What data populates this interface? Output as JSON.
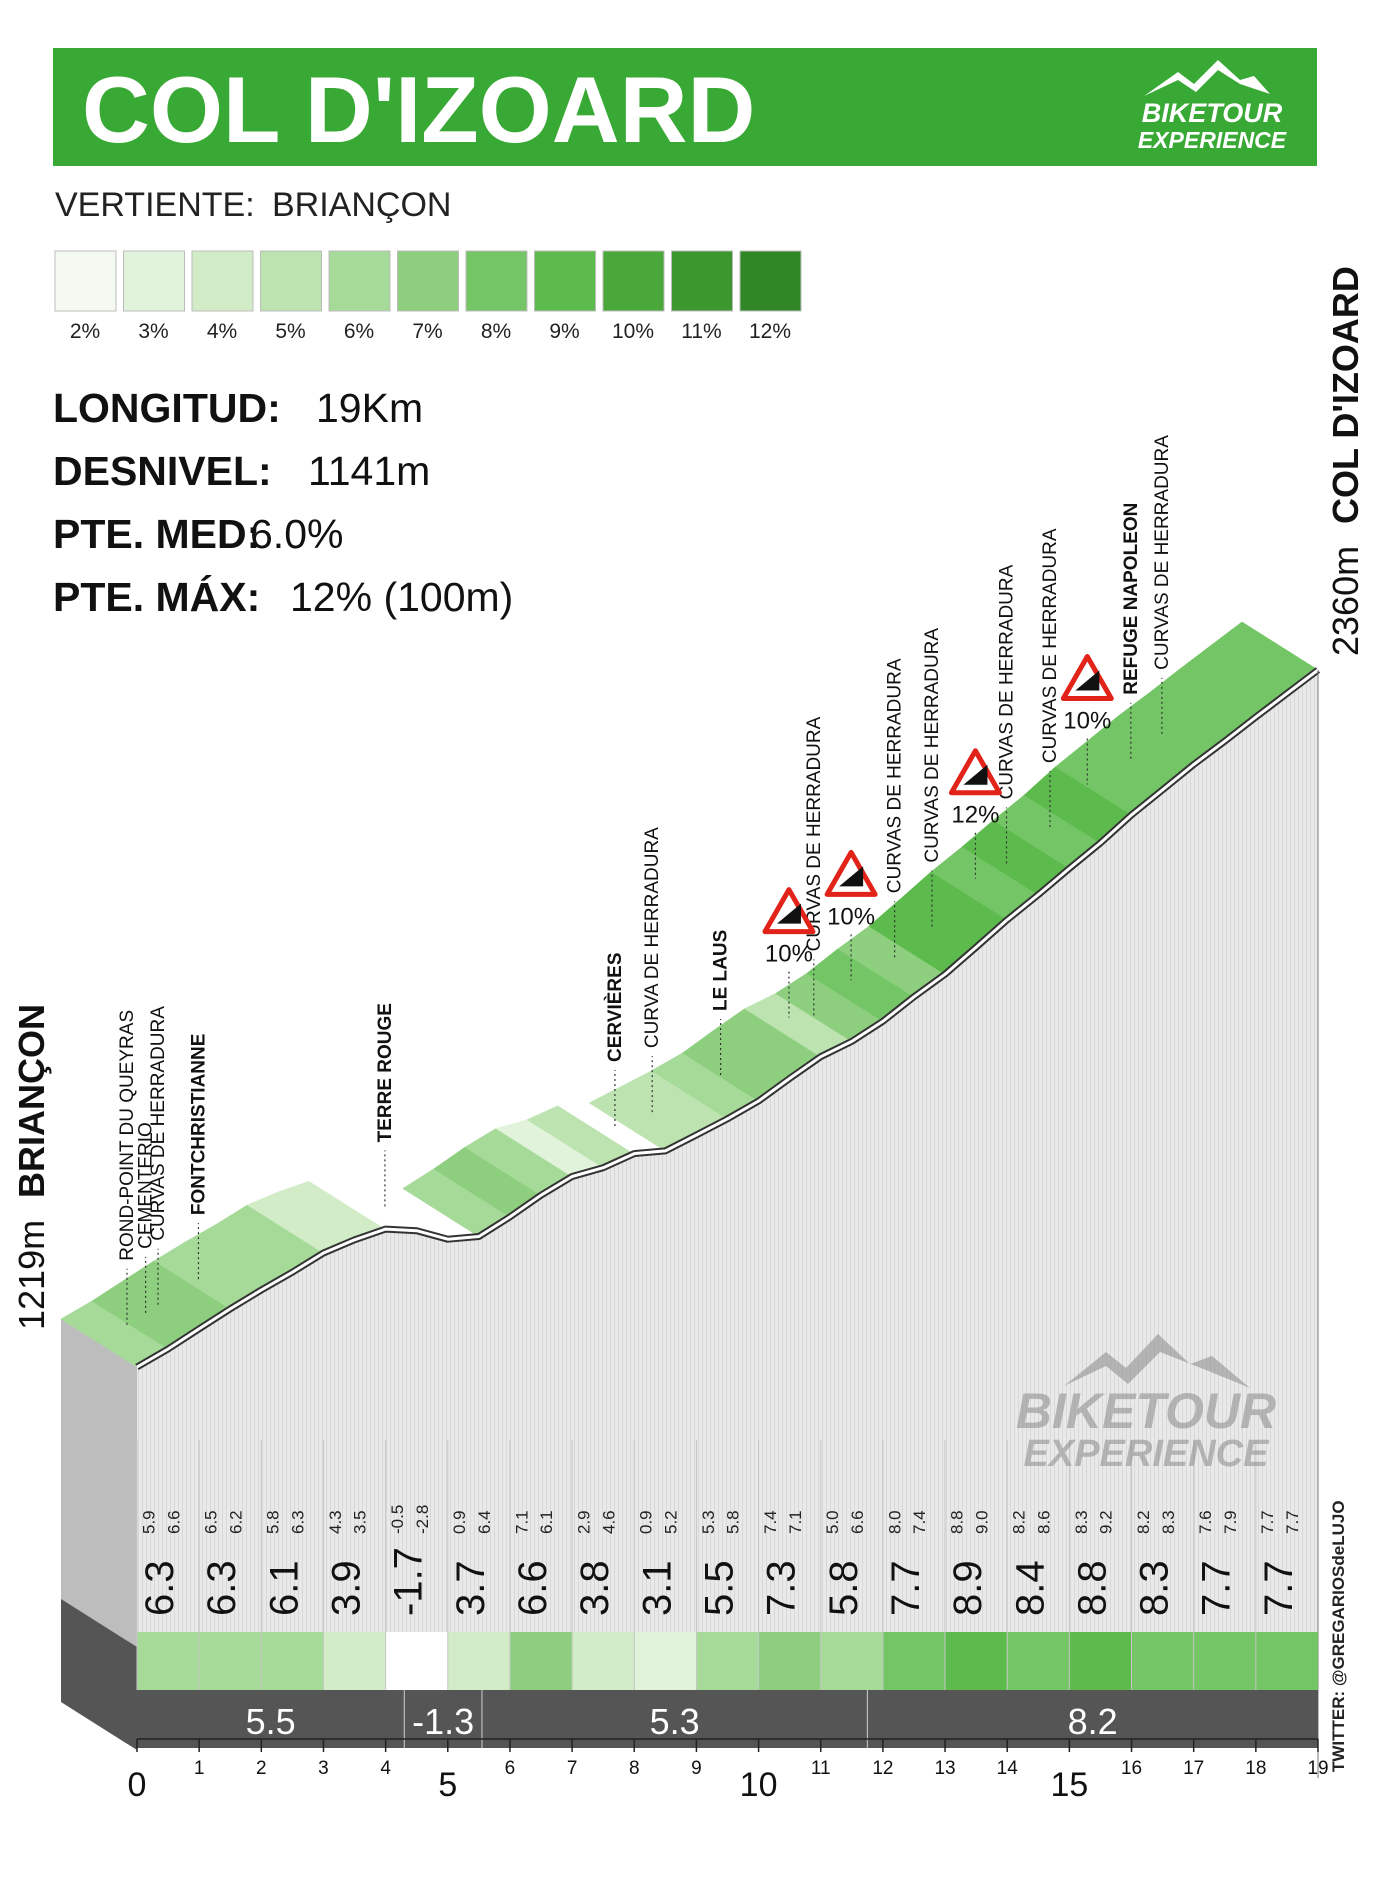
{
  "header": {
    "title": "COL D'IZOARD",
    "logo_line1": "BIKETOUR",
    "logo_line2": "EXPERIENCE"
  },
  "vertiente": {
    "label": "VERTIENTE:",
    "value": "BRIANÇON"
  },
  "legend": {
    "colors": [
      "#f4faf1",
      "#e2f3db",
      "#d1ecc6",
      "#bde4b0",
      "#a6da98",
      "#8dcf7f",
      "#74c566",
      "#5dba4c",
      "#4aa83a",
      "#3c972e",
      "#2f8726"
    ],
    "labels": [
      "2%",
      "3%",
      "4%",
      "5%",
      "6%",
      "7%",
      "8%",
      "9%",
      "10%",
      "11%",
      "12%"
    ]
  },
  "stats": [
    {
      "label": "LONGITUD:",
      "value": "19Km"
    },
    {
      "label": "DESNIVEL:",
      "value": "1141m"
    },
    {
      "label": "PTE. MED:",
      "value": "6.0%"
    },
    {
      "label": "PTE. MÁX:",
      "value": "12% (100m)"
    }
  ],
  "start": {
    "elevation": "1219m",
    "name": "BRIANÇON"
  },
  "finish": {
    "elevation": "2360m",
    "name": "COL D'IZOARD"
  },
  "waypoints": [
    {
      "km": 0.45,
      "name": "ROND-POINT DU QUEYRAS",
      "bold": false
    },
    {
      "km": 0.75,
      "name": "CEMENTERIO",
      "bold": false
    },
    {
      "km": 0.95,
      "name": "CURVAS DE HERRADURA",
      "bold": false
    },
    {
      "km": 1.6,
      "name": "FONTCHRISTIANNE",
      "bold": true
    },
    {
      "km": 4.6,
      "name": "TERRE ROUGE",
      "bold": true
    },
    {
      "km": 8.3,
      "name": "CERVIÈRES",
      "bold": true
    },
    {
      "km": 8.9,
      "name": "CURVA DE HERRADURA",
      "bold": false
    },
    {
      "km": 10.0,
      "name": "LE LAUS",
      "bold": true
    },
    {
      "km": 11.5,
      "name": "CURVAS DE HERRADURA",
      "bold": false
    },
    {
      "km": 12.8,
      "name": "CURVAS DE HERRADURA",
      "bold": false
    },
    {
      "km": 13.4,
      "name": "CURVAS DE HERRADURA",
      "bold": false
    },
    {
      "km": 14.6,
      "name": "CURVAS DE HERRADURA",
      "bold": false
    },
    {
      "km": 15.3,
      "name": "CURVAS DE HERRADURA",
      "bold": false
    },
    {
      "km": 16.6,
      "name": "REFUGE NAPOLEON",
      "bold": true
    },
    {
      "km": 17.1,
      "name": "CURVAS DE HERRADURA",
      "bold": false
    }
  ],
  "warnings": [
    {
      "km": 11.1,
      "value": "10%"
    },
    {
      "km": 12.1,
      "value": "10%"
    },
    {
      "km": 14.1,
      "value": "12%"
    },
    {
      "km": 15.9,
      "value": "10%"
    }
  ],
  "watermark": {
    "line1": "BIKETOUR",
    "line2": "EXPERIENCE"
  },
  "credit": "TWITTER: @GREGARIOSdeLUJO",
  "chart_data": {
    "type": "area",
    "xlabel": "",
    "ylabel": "",
    "xlim": [
      0,
      19
    ],
    "elevation_range_m": [
      1219,
      2360
    ],
    "km_ticks": [
      "0",
      "1",
      "2",
      "3",
      "4",
      "5",
      "6",
      "7",
      "8",
      "9",
      "10",
      "11",
      "12",
      "13",
      "14",
      "15",
      "16",
      "17",
      "18",
      "19"
    ],
    "km_ticks_major": [
      "0",
      "5",
      "10",
      "15"
    ],
    "segments": [
      {
        "km_start": 0,
        "km_end": 1,
        "gradient": "6.3",
        "sub": [
          "5.9",
          "6.6"
        ]
      },
      {
        "km_start": 1,
        "km_end": 2,
        "gradient": "6.3",
        "sub": [
          "6.5",
          "6.2"
        ]
      },
      {
        "km_start": 2,
        "km_end": 3,
        "gradient": "6.1",
        "sub": [
          "5.8",
          "6.3"
        ]
      },
      {
        "km_start": 3,
        "km_end": 4,
        "gradient": "3.9",
        "sub": [
          "4.3",
          "3.5"
        ]
      },
      {
        "km_start": 4,
        "km_end": 5,
        "gradient": "-1.7",
        "sub": [
          "-0.5",
          "-2.8"
        ]
      },
      {
        "km_start": 5,
        "km_end": 6,
        "gradient": "3.7",
        "sub": [
          "0.9",
          "6.4"
        ]
      },
      {
        "km_start": 6,
        "km_end": 7,
        "gradient": "6.6",
        "sub": [
          "7.1",
          "6.1"
        ]
      },
      {
        "km_start": 7,
        "km_end": 8,
        "gradient": "3.8",
        "sub": [
          "2.9",
          "4.6"
        ]
      },
      {
        "km_start": 8,
        "km_end": 9,
        "gradient": "3.1",
        "sub": [
          "0.9",
          "5.2"
        ]
      },
      {
        "km_start": 9,
        "km_end": 10,
        "gradient": "5.5",
        "sub": [
          "5.3",
          "5.8"
        ]
      },
      {
        "km_start": 10,
        "km_end": 11,
        "gradient": "7.3",
        "sub": [
          "7.4",
          "7.1"
        ]
      },
      {
        "km_start": 11,
        "km_end": 12,
        "gradient": "5.8",
        "sub": [
          "5.0",
          "6.6"
        ]
      },
      {
        "km_start": 12,
        "km_end": 13,
        "gradient": "7.7",
        "sub": [
          "8.0",
          "7.4"
        ]
      },
      {
        "km_start": 13,
        "km_end": 14,
        "gradient": "8.9",
        "sub": [
          "8.8",
          "9.0"
        ]
      },
      {
        "km_start": 14,
        "km_end": 15,
        "gradient": "8.4",
        "sub": [
          "8.2",
          "8.6"
        ]
      },
      {
        "km_start": 15,
        "km_end": 16,
        "gradient": "8.8",
        "sub": [
          "8.3",
          "9.2"
        ]
      },
      {
        "km_start": 16,
        "km_end": 17,
        "gradient": "8.3",
        "sub": [
          "8.2",
          "8.3"
        ]
      },
      {
        "km_start": 17,
        "km_end": 18,
        "gradient": "7.7",
        "sub": [
          "7.6",
          "7.9"
        ]
      },
      {
        "km_start": 18,
        "km_end": 19,
        "gradient": "7.7",
        "sub": [
          "7.7",
          "7.7"
        ]
      }
    ],
    "sections": [
      {
        "km_start": 0,
        "km_end": 4.3,
        "gradient": "5.5"
      },
      {
        "km_start": 4.3,
        "km_end": 5.55,
        "gradient": "-1.3"
      },
      {
        "km_start": 5.55,
        "km_end": 11.75,
        "gradient": "5.3"
      },
      {
        "km_start": 11.75,
        "km_end": 19,
        "gradient": "8.2"
      }
    ]
  }
}
